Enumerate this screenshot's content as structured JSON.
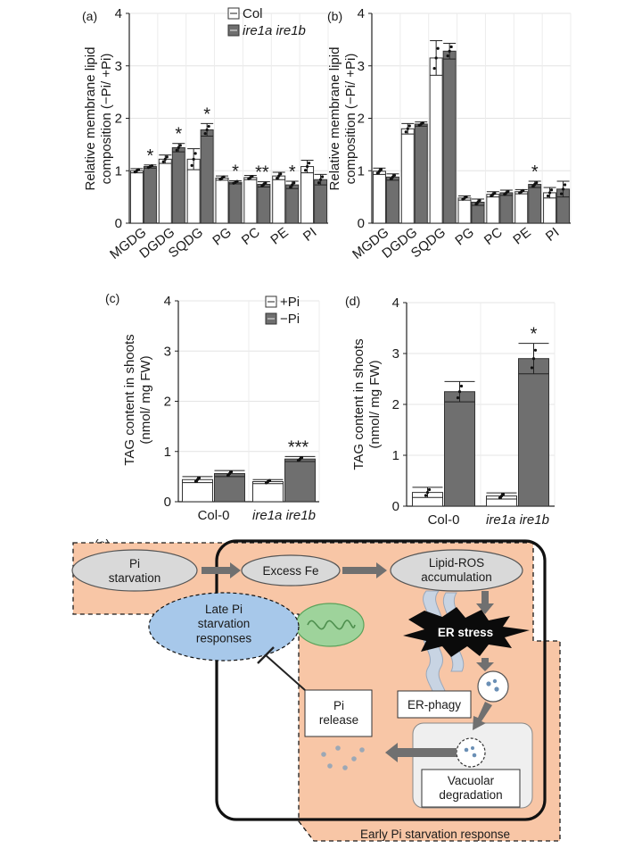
{
  "chart_data": [
    {
      "panel": "(a)",
      "type": "bar",
      "ylabel": "Relative membrane lipid composition (−Pi/ +Pi)",
      "ylim": [
        0,
        4
      ],
      "yticks": [
        0,
        1,
        2,
        3,
        4
      ],
      "grid": true,
      "categories": [
        "MGDG",
        "DGDG",
        "SQDG",
        "PG",
        "PC",
        "PE",
        "PI"
      ],
      "legend_position": "top-left",
      "series": [
        {
          "name": "Col",
          "color": "#ffffff",
          "values": [
            1.0,
            1.22,
            1.22,
            0.86,
            0.87,
            0.9,
            1.08
          ],
          "errors": [
            0.04,
            0.08,
            0.2,
            0.04,
            0.04,
            0.07,
            0.12
          ]
        },
        {
          "name": "ire1a ire1b",
          "color": "#6f6f6f",
          "values": [
            1.08,
            1.44,
            1.78,
            0.78,
            0.74,
            0.73,
            0.83
          ],
          "errors": [
            0.03,
            0.08,
            0.12,
            0.03,
            0.05,
            0.07,
            0.1
          ]
        }
      ],
      "significance": [
        "*",
        "*",
        "*",
        "*",
        "**",
        "*",
        ""
      ]
    },
    {
      "panel": "(b)",
      "type": "bar",
      "ylabel": "Relative membrane lipid composition (−Pi/ +Pi)",
      "ylim": [
        0,
        4
      ],
      "yticks": [
        0,
        1,
        2,
        3,
        4
      ],
      "grid": true,
      "categories": [
        "MGDG",
        "DGDG",
        "SQDG",
        "PG",
        "PC",
        "PE",
        "PI"
      ],
      "series": [
        {
          "name": "Col",
          "color": "#ffffff",
          "values": [
            0.99,
            1.8,
            3.15,
            0.48,
            0.55,
            0.6,
            0.58
          ],
          "errors": [
            0.06,
            0.1,
            0.33,
            0.04,
            0.05,
            0.04,
            0.1
          ]
        },
        {
          "name": "ire1a ire1b",
          "color": "#6f6f6f",
          "values": [
            0.88,
            1.89,
            3.28,
            0.4,
            0.58,
            0.74,
            0.65
          ],
          "errors": [
            0.06,
            0.04,
            0.15,
            0.06,
            0.05,
            0.06,
            0.15
          ]
        }
      ],
      "significance": [
        "",
        "",
        "",
        "",
        "",
        "*",
        ""
      ]
    },
    {
      "panel": "(c)",
      "type": "bar",
      "ylabel": "TAG content in shoots (nmol/ mg FW)",
      "ylim": [
        0,
        4
      ],
      "yticks": [
        0,
        1,
        2,
        3,
        4
      ],
      "grid": true,
      "categories": [
        "Col-0",
        "ire1a ire1b"
      ],
      "legend_position": "top-right",
      "series": [
        {
          "name": "+Pi",
          "color": "#ffffff",
          "values": [
            0.44,
            0.4
          ],
          "errors": [
            0.06,
            0.04
          ]
        },
        {
          "name": "−Pi",
          "color": "#6f6f6f",
          "values": [
            0.56,
            0.85
          ],
          "errors": [
            0.06,
            0.05
          ]
        }
      ],
      "significance": [
        "",
        "***"
      ]
    },
    {
      "panel": "(d)",
      "type": "bar",
      "ylabel": "TAG content in shoots (nmol/ mg FW)",
      "ylim": [
        0,
        4
      ],
      "yticks": [
        0,
        1,
        2,
        3,
        4
      ],
      "grid": true,
      "categories": [
        "Col-0",
        "ire1a ire1b"
      ],
      "series": [
        {
          "name": "+Pi",
          "color": "#ffffff",
          "values": [
            0.27,
            0.2
          ],
          "errors": [
            0.1,
            0.06
          ]
        },
        {
          "name": "−Pi",
          "color": "#6f6f6f",
          "values": [
            2.25,
            2.9
          ],
          "errors": [
            0.2,
            0.3
          ]
        }
      ],
      "significance": [
        "",
        "*"
      ]
    }
  ],
  "diagram": {
    "panel": "(e)",
    "nodes": {
      "pi_starvation": "Pi\nstarvation",
      "excess_fe": "Excess Fe",
      "lipid_ros": "Lipid-ROS\naccumulation",
      "er_stress": "ER stress",
      "late_response": "Late Pi\nstarvation\nresponses",
      "er_phagy": "ER-phagy",
      "pi_release": "Pi\nrelease",
      "vacuolar": "Vacuolar\ndegradation",
      "early_response": "Early Pi starvation response"
    },
    "colors": {
      "region_fill": "#f8c6a6",
      "node_fill": "#d9d9d9",
      "late_fill": "#a7c8ea",
      "mito_fill": "#9ed39b"
    }
  }
}
